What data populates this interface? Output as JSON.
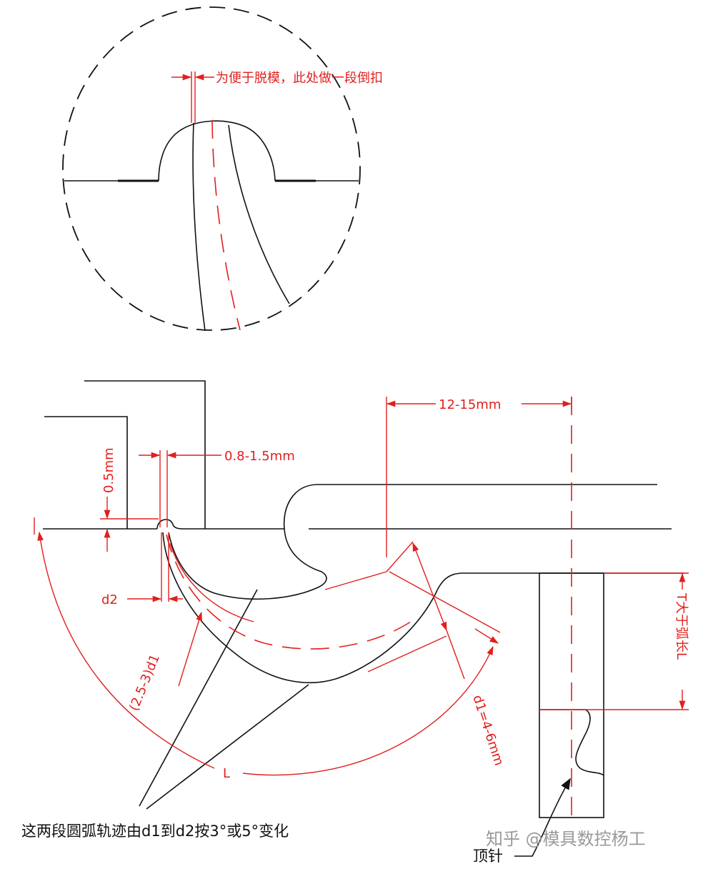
{
  "detail_view": {
    "note": "为便于脱模，此处做一段倒扣"
  },
  "dimensions": {
    "top_span": "12-15mm",
    "gap": "0.8-1.5mm",
    "height": "0.5mm",
    "d2": "d2",
    "arc_width": "(2.5-3)d1",
    "d1": "d1=4-6mm",
    "arc_length": "L",
    "ejector_travel": "T大于弧长L"
  },
  "callouts": {
    "arc_track": "这两段圆弧轨迹由d1到d2按3°或5°变化",
    "ejector_pin": "顶针"
  },
  "watermark": "知乎 @模具数控杨工",
  "colors": {
    "dimension": "#e0201e",
    "outline": "#111111"
  }
}
